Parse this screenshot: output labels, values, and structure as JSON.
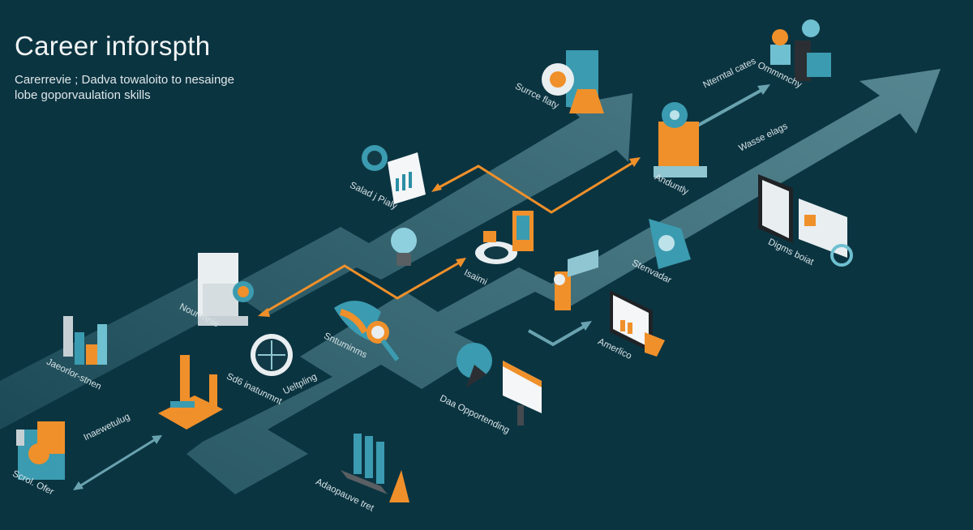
{
  "header": {
    "title": "Career inforspth",
    "subtitle_line1": "Carerrevie ; Dadva towaloito  to nesainge",
    "subtitle_line2": "lobe goporvaulation skills"
  },
  "colors": {
    "background": "#0b3441",
    "path": "#3d6f7b",
    "accent_orange": "#f0902a",
    "accent_teal": "#3b9bb0",
    "arrow_teal": "#6aa3b0"
  },
  "nodes": [
    {
      "label": "Surrce flaty",
      "icon": "coin-machine-icon"
    },
    {
      "label": "Nterntal cates",
      "icon": "none"
    },
    {
      "label": "Ommnnchy",
      "icon": "workstation-icon"
    },
    {
      "label": "Wasse elags",
      "icon": "none"
    },
    {
      "label": "Anduntly",
      "icon": "gear-server-icon"
    },
    {
      "label": "Salad j Pialy",
      "icon": "report-chart-icon"
    },
    {
      "label": "Nounmnie",
      "icon": "building-dollar-icon"
    },
    {
      "label": "Isaimi",
      "icon": "dial-icon"
    },
    {
      "label": "Sntuminms",
      "icon": "magnifier-gear-icon"
    },
    {
      "label": "Sd6 inatunmnt",
      "icon": "wheel-icon"
    },
    {
      "label": "Ueltpling",
      "icon": "none"
    },
    {
      "label": "Jaeorlor-stnen",
      "icon": "bar-chart-icon"
    },
    {
      "label": "Inaewetulug",
      "icon": "none"
    },
    {
      "label": "Scrol. Ofer",
      "icon": "folder-icon"
    },
    {
      "label": "Adaopauve tret",
      "icon": "bar-chart-laptop-icon"
    },
    {
      "label": "Daa Opportending",
      "icon": "presentation-board-icon"
    },
    {
      "label": "Amerlico",
      "icon": "analytics-screen-icon"
    },
    {
      "label": "Stenvadar",
      "icon": "badge-box-icon"
    },
    {
      "label": "Digms boiat",
      "icon": "tablet-screen-icon"
    }
  ]
}
